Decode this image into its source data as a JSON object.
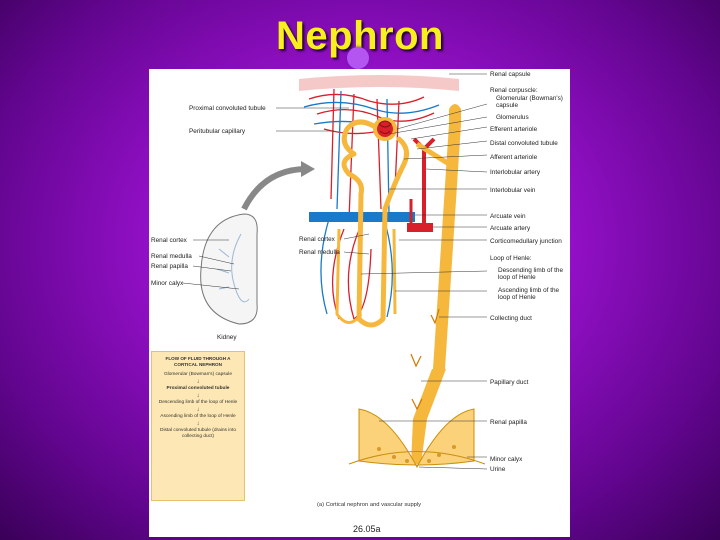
{
  "slide": {
    "title": "Nephron"
  },
  "labels": {
    "left": [
      {
        "key": "pct",
        "text": "Proximal convoluted tubule"
      },
      {
        "key": "ptc",
        "text": "Peritubular capillary"
      },
      {
        "key": "rc",
        "text": "Renal cortex"
      },
      {
        "key": "rm",
        "text": "Renal medulla"
      },
      {
        "key": "rp",
        "text": "Renal papilla"
      },
      {
        "key": "mc",
        "text": "Minor calyx"
      }
    ],
    "kidney": "Kidney",
    "mid": [
      {
        "key": "rc2",
        "text": "Renal cortex"
      },
      {
        "key": "rm2",
        "text": "Renal medulla"
      }
    ],
    "right": [
      {
        "key": "caps",
        "text": "Renal capsule"
      },
      {
        "key": "corp1",
        "text": "Renal corpuscle:"
      },
      {
        "key": "corp2",
        "text": "Glomerular (Bowman's)"
      },
      {
        "key": "corp3",
        "text": "capsule"
      },
      {
        "key": "glom",
        "text": "Glomerulus"
      },
      {
        "key": "eff",
        "text": "Efferent arteriole"
      },
      {
        "key": "dct",
        "text": "Distal convoluted tubule"
      },
      {
        "key": "aff",
        "text": "Afferent arteriole"
      },
      {
        "key": "ila",
        "text": "Interlobular artery"
      },
      {
        "key": "ilv",
        "text": "Interlobular vein"
      },
      {
        "key": "arcv",
        "text": "Arcuate vein"
      },
      {
        "key": "arca",
        "text": "Arcuate artery"
      },
      {
        "key": "cmj",
        "text": "Corticomedullary junction"
      },
      {
        "key": "loop",
        "text": "Loop of Henle:"
      },
      {
        "key": "desc1",
        "text": "Descending limb of the"
      },
      {
        "key": "desc2",
        "text": "loop of Henle"
      },
      {
        "key": "asc1",
        "text": "Ascending limb of the"
      },
      {
        "key": "asc2",
        "text": "loop of Henle"
      },
      {
        "key": "cd",
        "text": "Collecting duct"
      },
      {
        "key": "pd",
        "text": "Papillary duct"
      },
      {
        "key": "rpap",
        "text": "Renal papilla"
      },
      {
        "key": "mcal",
        "text": "Minor calyx"
      },
      {
        "key": "urine",
        "text": "Urine"
      }
    ]
  },
  "flow_panel": {
    "heading": "FLOW OF FLUID THROUGH A CORTICAL NEPHRON",
    "steps": [
      "Glomerular (Bowman's) capsule",
      "Proximal convoluted tubule",
      "Descending limb of the loop of Henle",
      "Ascending limb of the loop of Henle",
      "Distal convoluted tubule (drains into collecting duct)"
    ]
  },
  "caption": "(a) Cortical nephron and vascular supply",
  "figure_code": "26.05a",
  "colors": {
    "title": "#f7f01c",
    "artery": "#d8202a",
    "vein": "#1a79c8",
    "tubule": "#f6b83c",
    "panel": "#fde7b4"
  }
}
